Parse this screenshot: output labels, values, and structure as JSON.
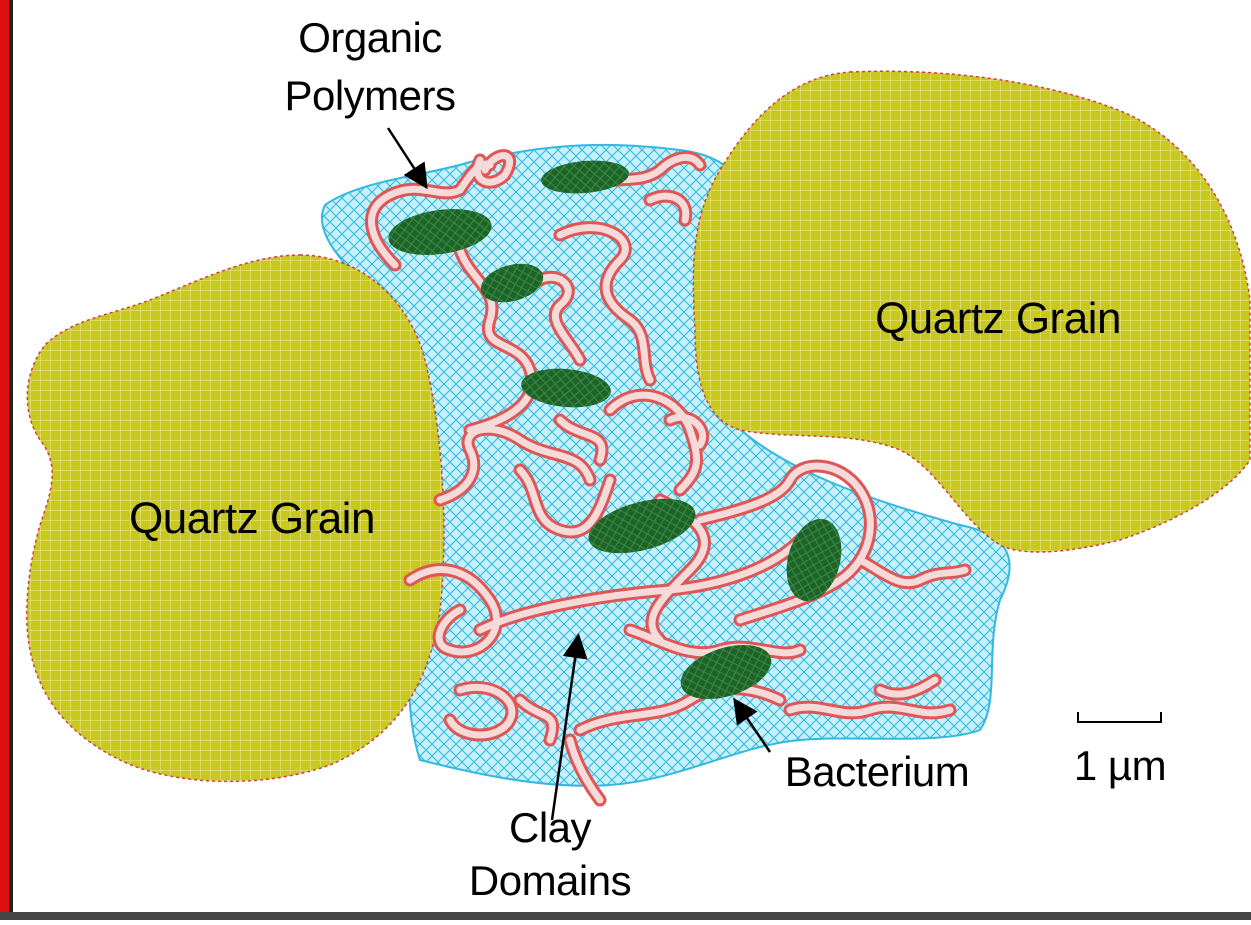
{
  "labels": {
    "organic_polymers_line1": "Organic",
    "organic_polymers_line2": "Polymers",
    "quartz_grain_left": "Quartz Grain",
    "quartz_grain_right": "Quartz Grain",
    "bacterium": "Bacterium",
    "clay_domains_line1": "Clay",
    "clay_domains_line2": "Domains",
    "scale_bar": "1 µm"
  },
  "colors": {
    "quartz_fill": "#c8c81e",
    "quartz_grid": "#e4e48a",
    "quartz_edge": "#d04040",
    "clay_fill": "#b8ecf8",
    "clay_hatch": "#35b8e0",
    "bacterium_fill": "#1e6428",
    "polymer_stroke": "#e05555",
    "polymer_fill": "#f5dada",
    "frame_red": "#dd1111"
  }
}
